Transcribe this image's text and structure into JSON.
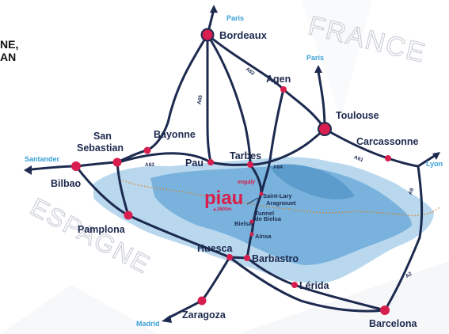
{
  "header": {
    "line1": "NE,",
    "line2": "AN"
  },
  "countries": {
    "france": "FRANCE",
    "spain": "ESPAGNE"
  },
  "logo": {
    "brand": "piau",
    "tagline": "engaly",
    "altitude": "▲2600m"
  },
  "cities": {
    "bordeaux": "Bordeaux",
    "agen": "Agen",
    "toulouse": "Toulouse",
    "carcassonne": "Carcassonne",
    "bayonne": "Bayonne",
    "san_sebastian_1": "San",
    "san_sebastian_2": "Sebastian",
    "bilbao": "Bilbao",
    "pau": "Pau",
    "tarbes": "Tarbes",
    "pamplona": "Pamplona",
    "huesca": "Huesca",
    "barbastro": "Barbastro",
    "lerida": "Lérida",
    "zaragoza": "Zaragoza",
    "barcelona": "Barcelona"
  },
  "small_places": {
    "saint_lary": "Saint-Lary",
    "aragnouet": "Aragnouet",
    "tunnel_1": "Tunnel",
    "tunnel_2": "de Bielsa",
    "bielsa": "Bielsa",
    "ainsa": "Aínsa"
  },
  "directions": {
    "paris_top": "Paris",
    "paris_right": "Paris",
    "santander": "Santander",
    "lyon": "Lyon",
    "madrid": "Madrid"
  },
  "roads": {
    "a63_west": "A63",
    "a65": "A65",
    "a62": "A62",
    "a64": "A64",
    "a61": "A61",
    "a9": "A9",
    "a2": "A2"
  },
  "colors": {
    "road": "#1d2a4f",
    "city_dot": "#d81e4e",
    "mountain_light": "#b9d8ee",
    "mountain_dark": "#79b2dc",
    "label_blue": "#3aa0d6",
    "border": "#d9822b"
  }
}
